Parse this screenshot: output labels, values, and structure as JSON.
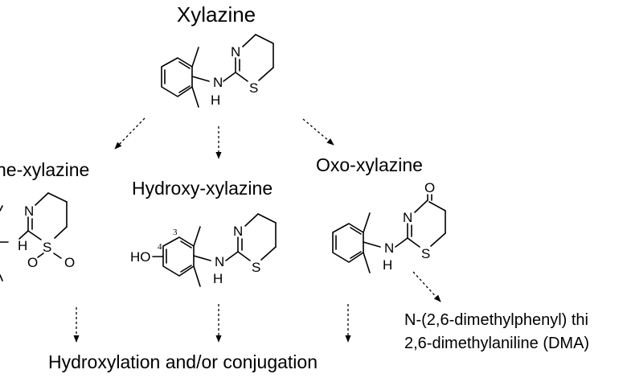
{
  "diagram": {
    "title": "Xylazine",
    "labels": {
      "sulfone": "ne-xylazine",
      "hydroxy": "Hydroxy-xylazine",
      "oxo": "Oxo-xylazine",
      "product_line1": "N-(2,6-dimethylphenyl) thi",
      "product_line2": "2,6-dimethylaniline (DMA)",
      "bottom": "Hydroxylation and/or conjugation"
    },
    "atoms": {
      "N": "N",
      "S": "S",
      "H": "H",
      "O": "O",
      "HO": "HO",
      "NH_left": "NH"
    },
    "positions": {
      "pos3": "3",
      "pos4": "4"
    }
  }
}
